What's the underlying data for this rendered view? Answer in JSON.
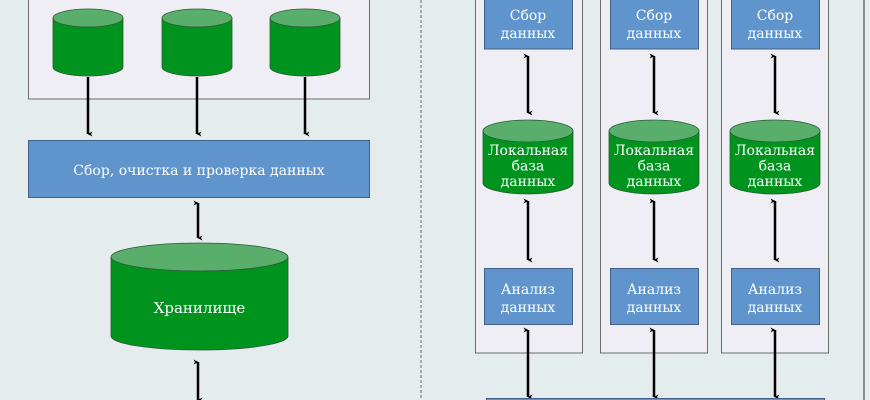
{
  "left": {
    "sources": [
      {
        "label": ""
      },
      {
        "label": ""
      },
      {
        "label": ""
      }
    ],
    "etl_label": "Сбор, очистка и проверка данных",
    "storage_label": "Хранилище"
  },
  "right": {
    "columns": [
      {
        "collect": [
          "Сбор",
          "данных"
        ],
        "db": [
          "Локальная",
          "база",
          "данных"
        ],
        "analysis": [
          "Анализ",
          "данных"
        ]
      },
      {
        "collect": [
          "Сбор",
          "данных"
        ],
        "db": [
          "Локальная",
          "база",
          "данных"
        ],
        "analysis": [
          "Анализ",
          "данных"
        ]
      },
      {
        "collect": [
          "Сбор",
          "данных"
        ],
        "db": [
          "Локальная",
          "база",
          "данных"
        ],
        "analysis": [
          "Анализ",
          "данных"
        ]
      }
    ]
  },
  "colors": {
    "background": "#e4ecee",
    "panel": "#efeef4",
    "blue": "#5f94cc",
    "green": "#00941f",
    "green_top": "#5aae6c",
    "arrow": "#000000"
  }
}
